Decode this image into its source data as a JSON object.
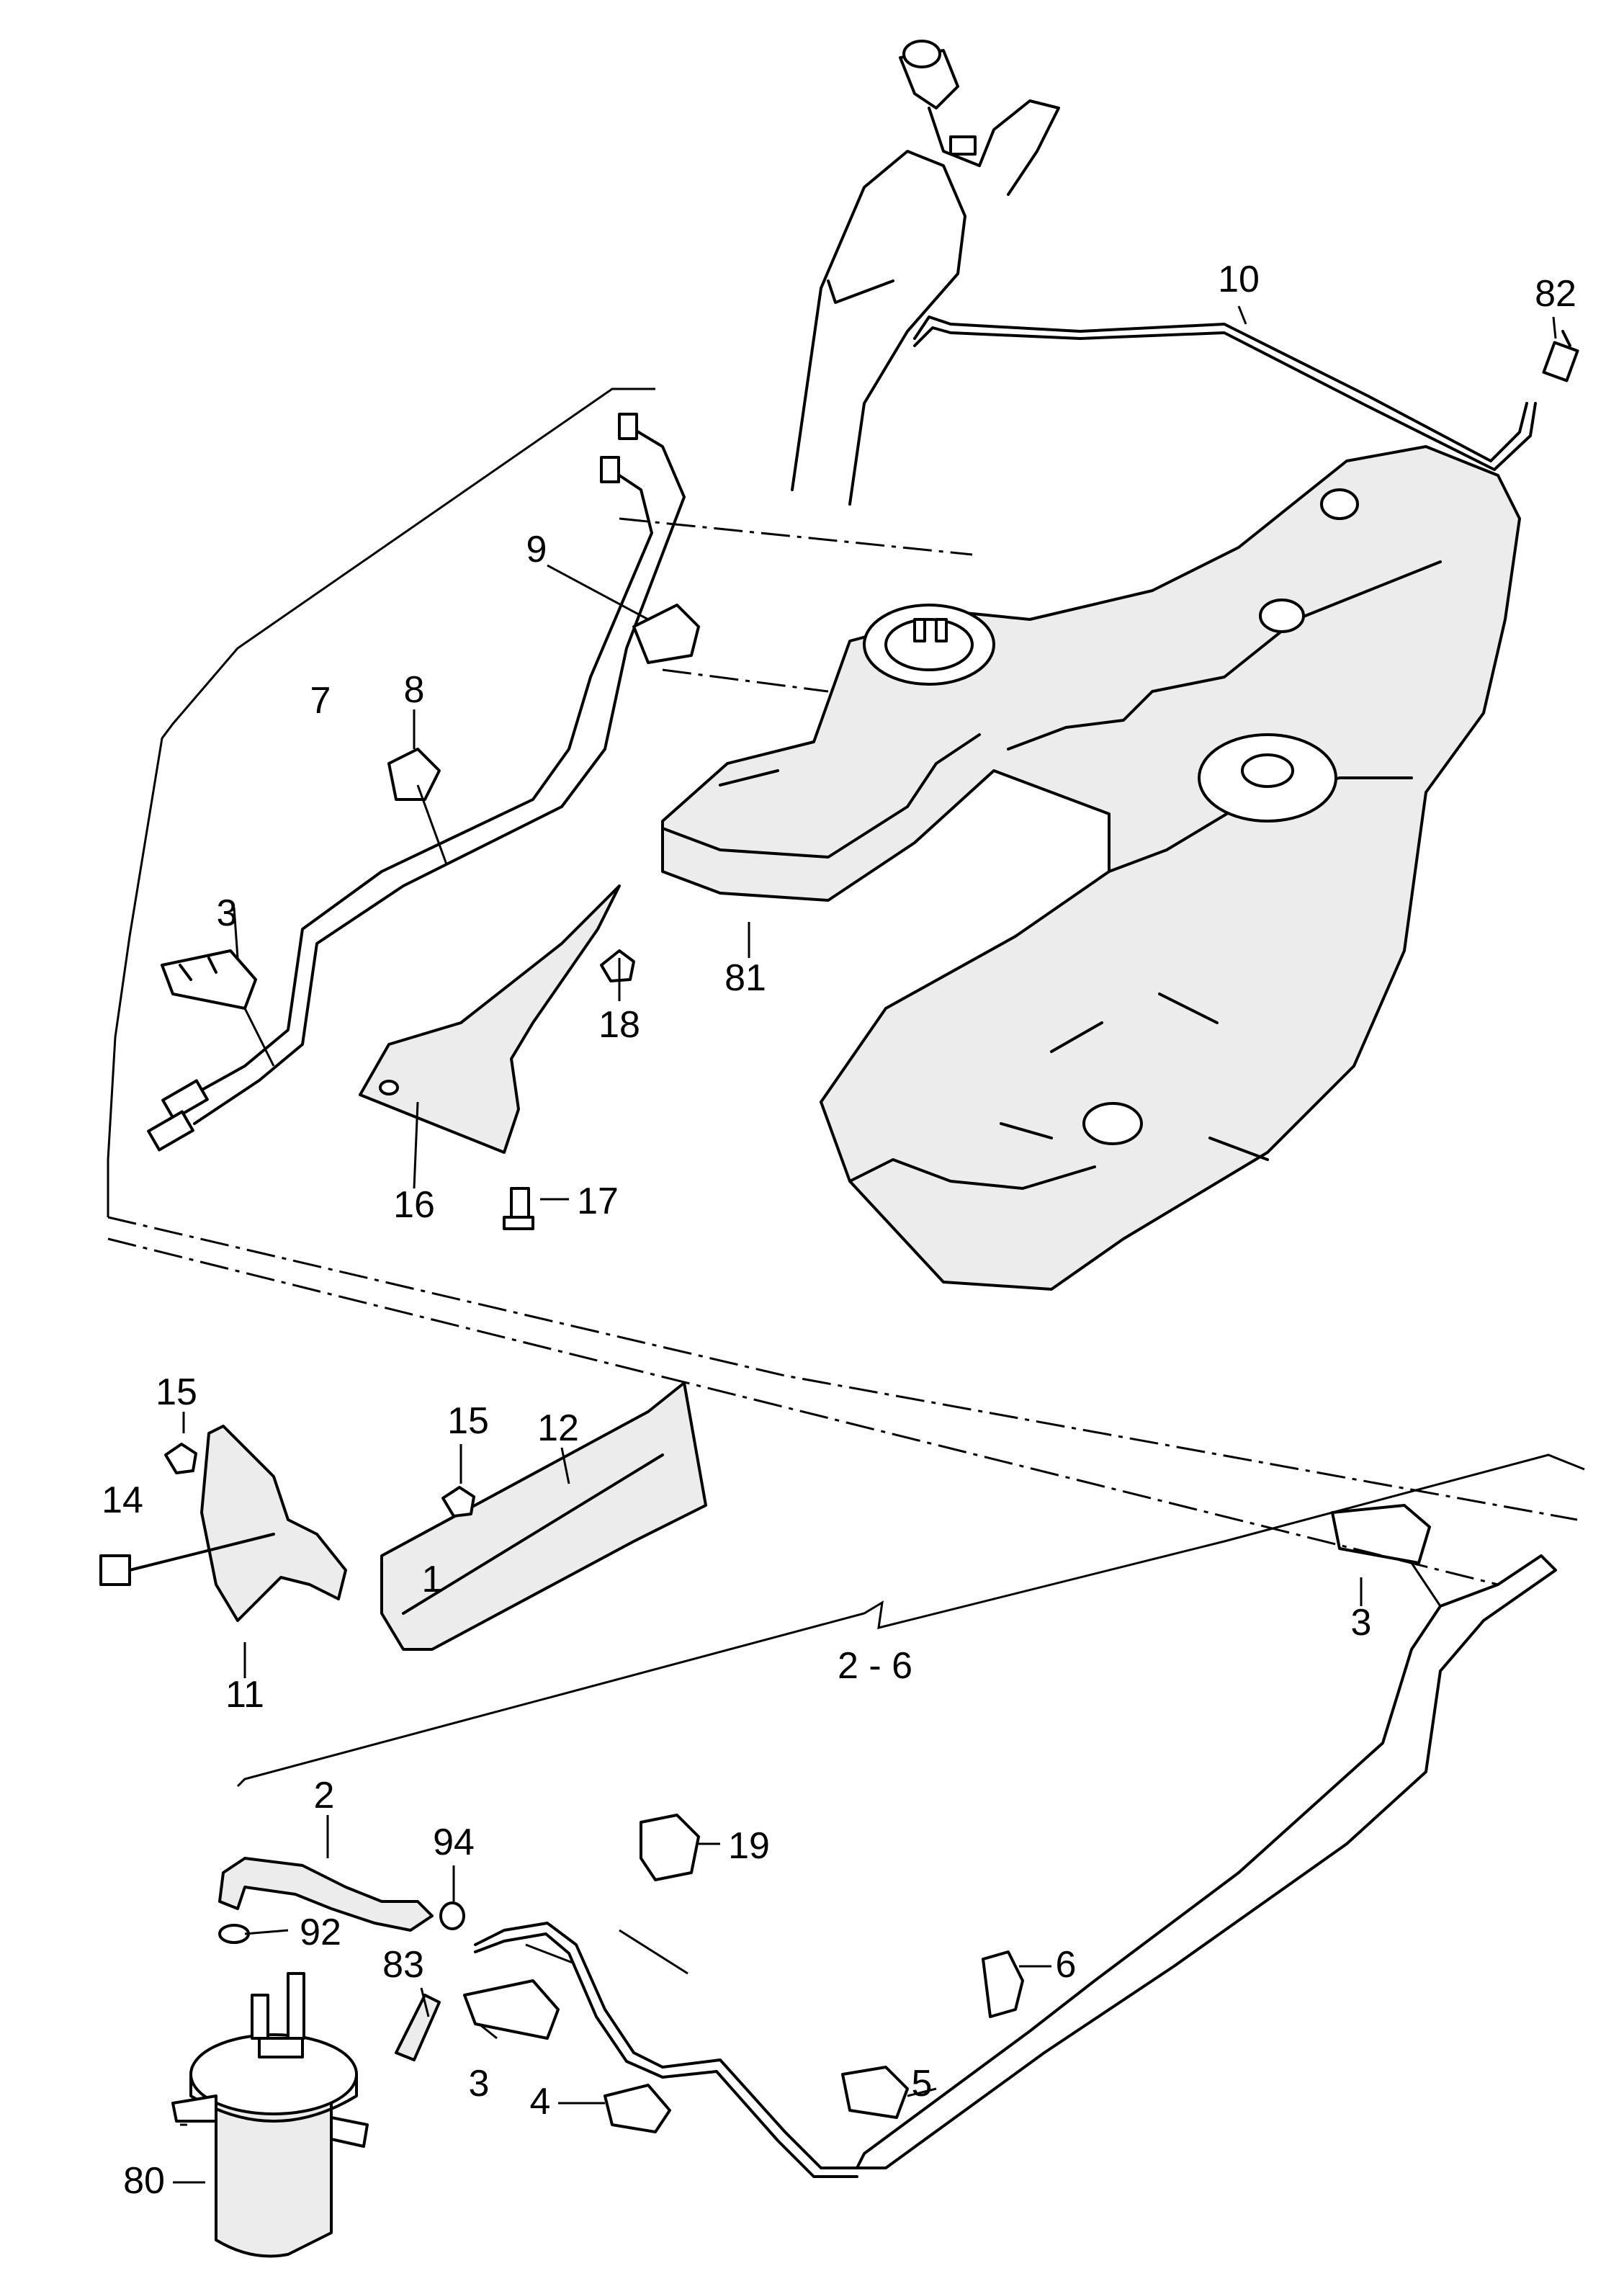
{
  "callouts": [
    {
      "id": "c1",
      "text": "1"
    },
    {
      "id": "c2-6",
      "text": "2 - 6"
    },
    {
      "id": "c2",
      "text": "2"
    },
    {
      "id": "c3a",
      "text": "3"
    },
    {
      "id": "c3b",
      "text": "3"
    },
    {
      "id": "c3c",
      "text": "3"
    },
    {
      "id": "c4",
      "text": "4"
    },
    {
      "id": "c5",
      "text": "5"
    },
    {
      "id": "c6",
      "text": "6"
    },
    {
      "id": "c7",
      "text": "7"
    },
    {
      "id": "c8",
      "text": "8"
    },
    {
      "id": "c9",
      "text": "9"
    },
    {
      "id": "c10",
      "text": "10"
    },
    {
      "id": "c11",
      "text": "11"
    },
    {
      "id": "c12",
      "text": "12"
    },
    {
      "id": "c14",
      "text": "14"
    },
    {
      "id": "c15a",
      "text": "15"
    },
    {
      "id": "c15b",
      "text": "15"
    },
    {
      "id": "c16",
      "text": "16"
    },
    {
      "id": "c17",
      "text": "17"
    },
    {
      "id": "c18",
      "text": "18"
    },
    {
      "id": "c19",
      "text": "19"
    },
    {
      "id": "c80",
      "text": "80"
    },
    {
      "id": "c81",
      "text": "81"
    },
    {
      "id": "c82",
      "text": "82"
    },
    {
      "id": "c83",
      "text": "83"
    },
    {
      "id": "c92",
      "text": "92"
    },
    {
      "id": "c94",
      "text": "94"
    }
  ]
}
